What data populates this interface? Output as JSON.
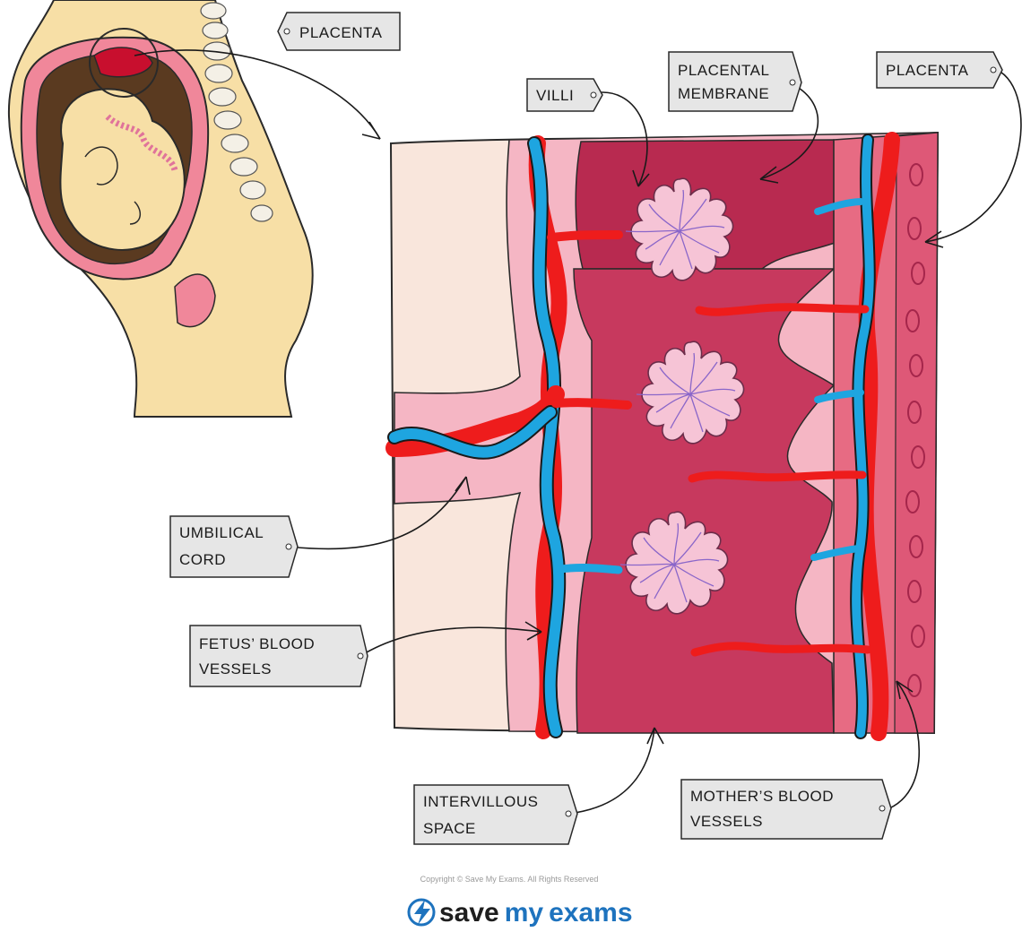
{
  "labels": {
    "placenta_top": "PLACENTA",
    "villi": "VILLI",
    "placental_membrane_1": "PLACENTAL",
    "placental_membrane_2": "MEMBRANE",
    "placenta_right": "PLACENTA",
    "umbilical_cord_1": "UMBILICAL",
    "umbilical_cord_2": "CORD",
    "fetus_vessels_1": "FETUS’ BLOOD",
    "fetus_vessels_2": "VESSELS",
    "intervillous_1": "INTERVILLOUS",
    "intervillous_2": "SPACE",
    "mother_vessels_1": "MOTHER’S BLOOD",
    "mother_vessels_2": "VESSELS"
  },
  "footer": {
    "copyright": "Copyright © Save My Exams. All Rights Reserved",
    "logo_save": "save",
    "logo_my": "my",
    "logo_exams": "exams"
  },
  "colors": {
    "skin": "#f7dfa6",
    "uterus": "#f0879a",
    "placenta_tissue": "#c7395e",
    "intervillous": "#b82a50",
    "villi": "#f6c4d6",
    "artery_red": "#ee1c1c",
    "vein_blue": "#1ea5e0",
    "tag_fill": "#e6e6e6",
    "logo_blue": "#1e73be"
  },
  "icons": [
    "lightning-logo-icon"
  ]
}
